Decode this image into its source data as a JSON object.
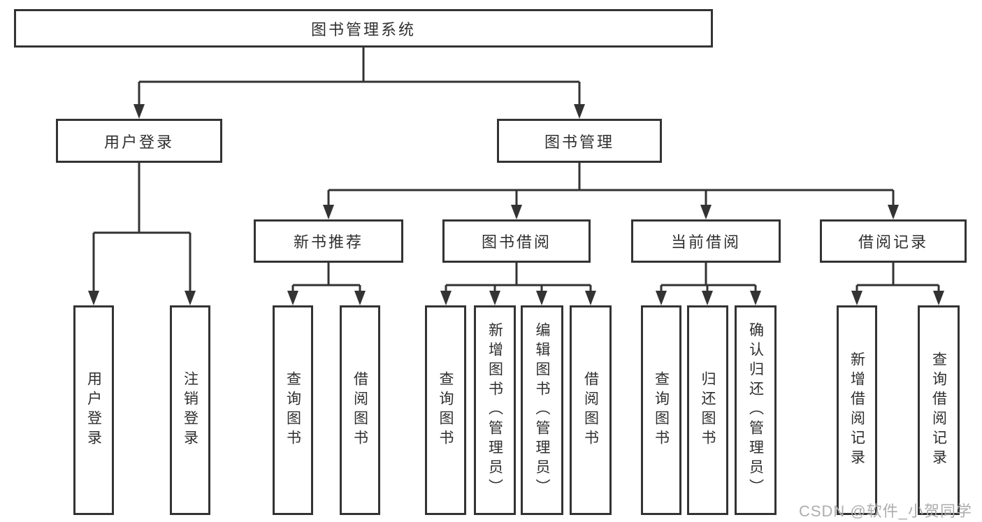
{
  "tree": {
    "label": "图书管理系统",
    "children": [
      {
        "label": "用户登录",
        "children": [
          {
            "label": "用户登录"
          },
          {
            "label": "注销登录"
          }
        ]
      },
      {
        "label": "图书管理",
        "children": [
          {
            "label": "新书推荐",
            "children": [
              {
                "label": "查询图书"
              },
              {
                "label": "借阅图书"
              }
            ]
          },
          {
            "label": "图书借阅",
            "children": [
              {
                "label": "查询图书"
              },
              {
                "label": "新增图书（管理员）"
              },
              {
                "label": "编辑图书（管理员）"
              },
              {
                "label": "借阅图书"
              }
            ]
          },
          {
            "label": "当前借阅",
            "children": [
              {
                "label": "查询图书"
              },
              {
                "label": "归还图书"
              },
              {
                "label": "确认归还（管理员）"
              }
            ]
          },
          {
            "label": "借阅记录",
            "children": [
              {
                "label": "新增借阅记录"
              },
              {
                "label": "查询借阅记录"
              }
            ]
          }
        ]
      }
    ]
  },
  "watermark": {
    "text": "CSDN @软件_小贺同学"
  },
  "colors": {
    "background": "#ffffff",
    "line": "#333333",
    "box_border": "#333333",
    "text": "#2f2f2f",
    "watermark": "#adadad"
  }
}
